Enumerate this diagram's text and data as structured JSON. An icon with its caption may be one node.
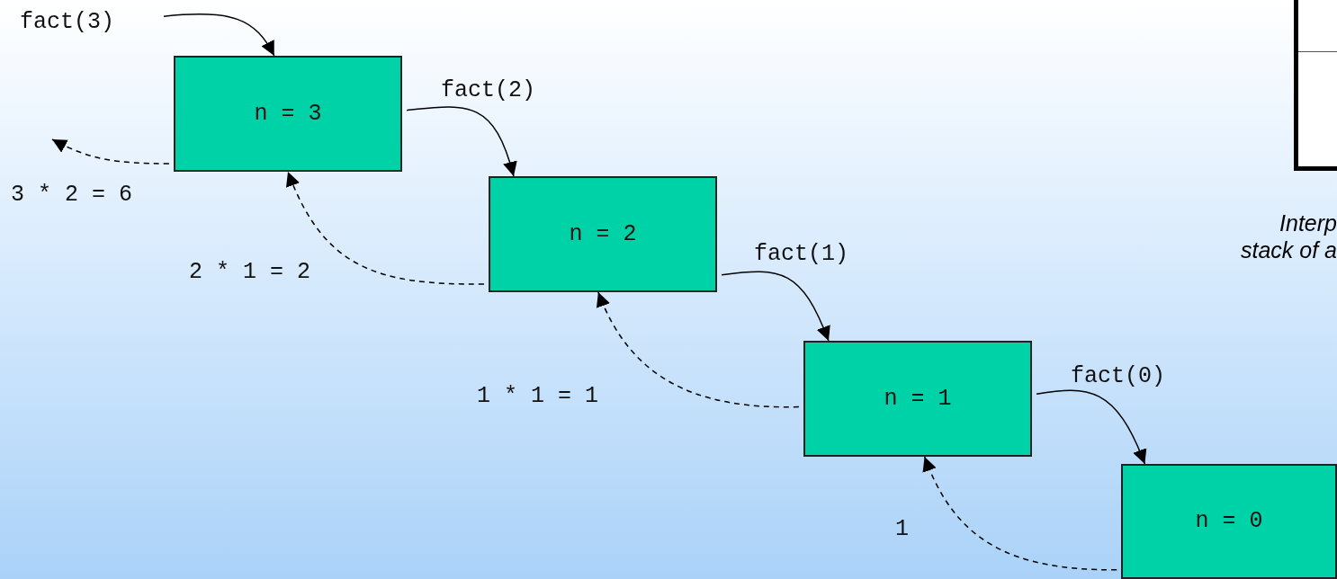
{
  "diagram": {
    "nodes": [
      {
        "text": [
          "fact(3)"
        ]
      },
      {
        "text": [
          "n = 3"
        ]
      },
      {
        "text": [
          "n = 2"
        ]
      },
      {
        "text": [
          "n = 1"
        ]
      },
      {
        "text": [
          "n = 0"
        ]
      },
      {
        "text": [],
        "shape": "box"
      }
    ],
    "edges": [
      {
        "from": 0,
        "to": 1,
        "arrow": "to"
      },
      {
        "from": 1,
        "to": 2,
        "arrow": "to",
        "label": "fact(2)"
      },
      {
        "from": 2,
        "to": 1,
        "arrow": "to",
        "label": "2 * 1 = 2",
        "style": "dashed"
      },
      {
        "from": 1,
        "to": null,
        "arrow": "to",
        "label": "3 * 2 = 6",
        "style": "dashed"
      },
      {
        "from": 2,
        "to": 3,
        "arrow": "to",
        "label": "fact(1)"
      },
      {
        "from": 3,
        "to": 2,
        "arrow": "to",
        "label": "1 * 1 = 1",
        "style": "dashed"
      },
      {
        "from": 3,
        "to": 4,
        "arrow": "to",
        "label": "fact(0)"
      },
      {
        "from": 4,
        "to": 3,
        "arrow": "to",
        "label": "1",
        "style": "dashed"
      }
    ],
    "labels": [
      "Interp",
      "stack of a"
    ]
  }
}
